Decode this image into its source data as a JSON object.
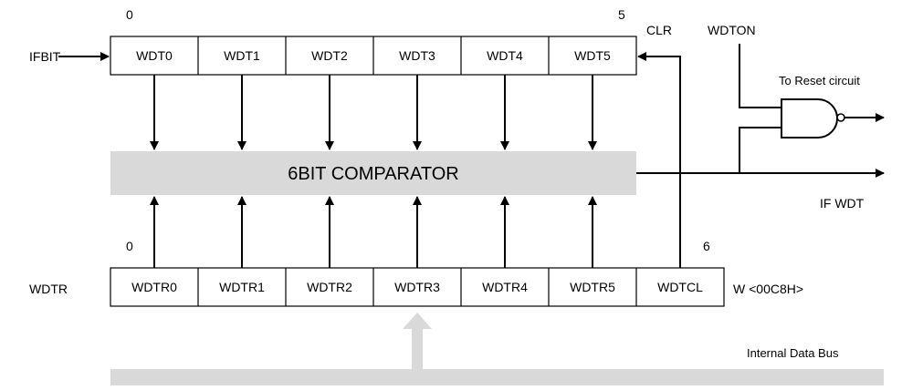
{
  "counter": {
    "input_label": "IFBIT",
    "bit_start_label": "0",
    "bit_end_label": "5",
    "cells": [
      "WDT0",
      "WDT1",
      "WDT2",
      "WDT3",
      "WDT4",
      "WDT5"
    ],
    "clear_label": "CLR"
  },
  "comparator": {
    "label": "6BIT COMPARATOR"
  },
  "register": {
    "name": "WDTR",
    "bit_start_label": "0",
    "bit_end_label": "6",
    "cells": [
      "WDTR0",
      "WDTR1",
      "WDTR2",
      "WDTR3",
      "WDTR4",
      "WDTR5",
      "WDTCL"
    ],
    "address_label": "W <00C8H>"
  },
  "gate": {
    "enable_label": "WDTON",
    "output_label": "To Reset circuit"
  },
  "interrupt_label": "IF WDT",
  "bus_label": "Internal Data Bus",
  "colors": {
    "fill_gray": "#d9d9d9",
    "line": "#000000"
  }
}
